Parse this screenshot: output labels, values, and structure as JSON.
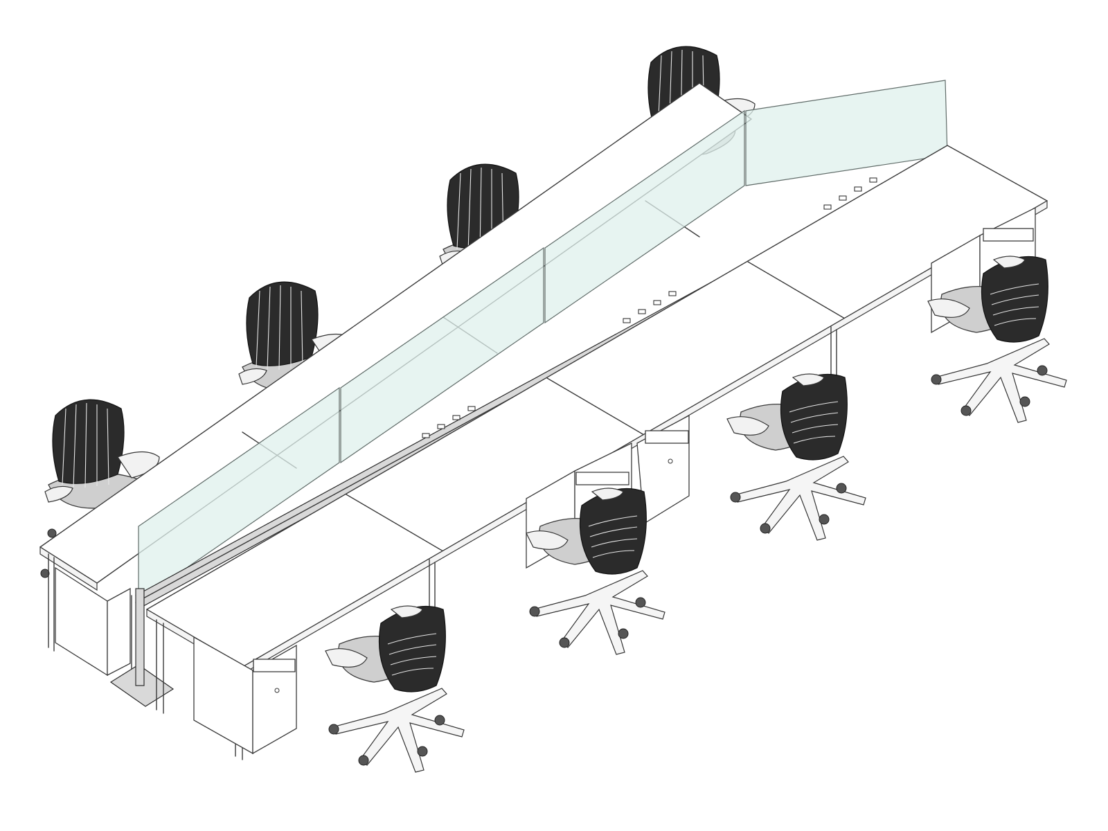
{
  "scene": {
    "type": "isometric-line-drawing",
    "description_visible_text": "",
    "colors": {
      "line": "#3a3a3a",
      "glass": "#dff0ec",
      "mesh": "#2b2b2b",
      "seat": "#cfcfcf"
    },
    "workstations": {
      "rows": 2,
      "desks_per_row": 4,
      "chairs_per_row": 4
    },
    "icons": [
      "desk-bench",
      "privacy-screen",
      "office-chair",
      "pedestal-cabinet"
    ]
  }
}
